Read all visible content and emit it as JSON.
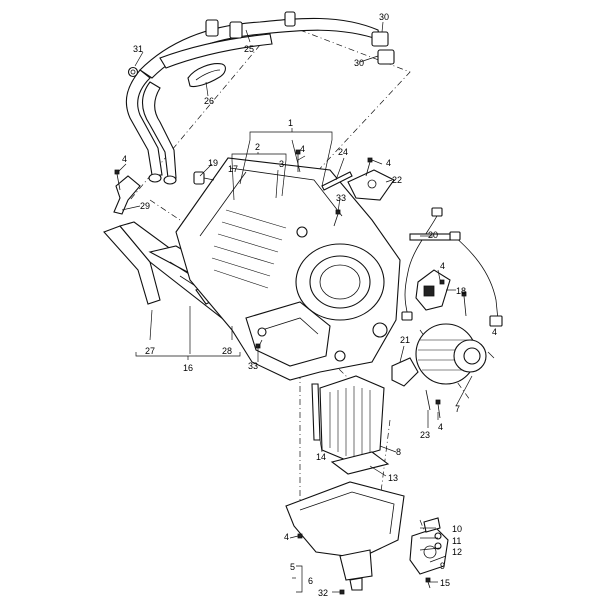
{
  "diagram": {
    "callouts": [
      {
        "id": "c1",
        "label": "1"
      },
      {
        "id": "c2",
        "label": "2"
      },
      {
        "id": "c3",
        "label": "3"
      },
      {
        "id": "c4a",
        "label": "4"
      },
      {
        "id": "c4b",
        "label": "4"
      },
      {
        "id": "c4c",
        "label": "4"
      },
      {
        "id": "c4d",
        "label": "4"
      },
      {
        "id": "c4e",
        "label": "4"
      },
      {
        "id": "c4f",
        "label": "4"
      },
      {
        "id": "c4g",
        "label": "4"
      },
      {
        "id": "c5",
        "label": "5"
      },
      {
        "id": "c6",
        "label": "6"
      },
      {
        "id": "c7",
        "label": "7"
      },
      {
        "id": "c8",
        "label": "8"
      },
      {
        "id": "c9",
        "label": "9"
      },
      {
        "id": "c10",
        "label": "10"
      },
      {
        "id": "c11",
        "label": "11"
      },
      {
        "id": "c12",
        "label": "12"
      },
      {
        "id": "c13",
        "label": "13"
      },
      {
        "id": "c14",
        "label": "14"
      },
      {
        "id": "c15",
        "label": "15"
      },
      {
        "id": "c16",
        "label": "16"
      },
      {
        "id": "c17",
        "label": "17"
      },
      {
        "id": "c18",
        "label": "18"
      },
      {
        "id": "c19",
        "label": "19"
      },
      {
        "id": "c20",
        "label": "20"
      },
      {
        "id": "c21",
        "label": "21"
      },
      {
        "id": "c22",
        "label": "22"
      },
      {
        "id": "c23",
        "label": "23"
      },
      {
        "id": "c24",
        "label": "24"
      },
      {
        "id": "c25",
        "label": "25"
      },
      {
        "id": "c26",
        "label": "26"
      },
      {
        "id": "c27",
        "label": "27"
      },
      {
        "id": "c28",
        "label": "28"
      },
      {
        "id": "c29",
        "label": "29"
      },
      {
        "id": "c30a",
        "label": "30"
      },
      {
        "id": "c30b",
        "label": "30"
      },
      {
        "id": "c31",
        "label": "31"
      },
      {
        "id": "c32",
        "label": "32"
      },
      {
        "id": "c33a",
        "label": "33"
      },
      {
        "id": "c33b",
        "label": "33"
      }
    ]
  }
}
